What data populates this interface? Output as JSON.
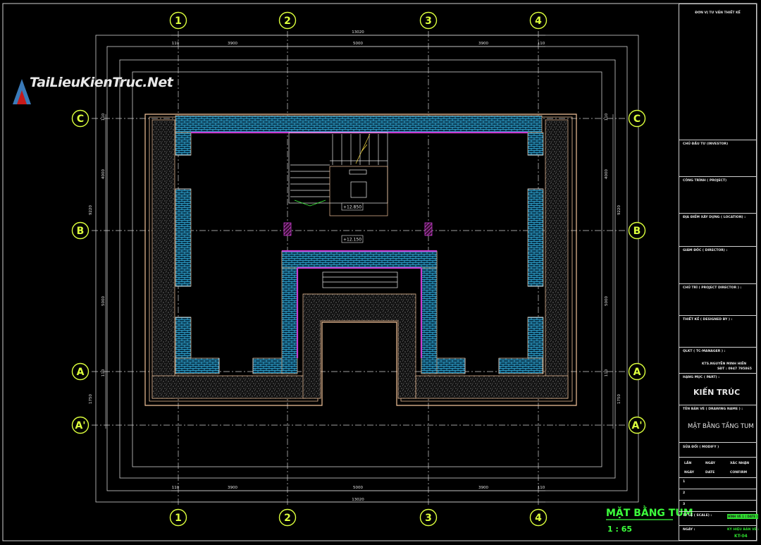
{
  "logo": {
    "text_main": "TaiLieuKienTruc",
    "text_ext": ".Net"
  },
  "grid": {
    "columns": [
      "1",
      "2",
      "3",
      "4"
    ],
    "rows": [
      "C",
      "B",
      "A",
      "A'"
    ]
  },
  "dimensions": {
    "top_overall": "13020",
    "top_segments": [
      "110",
      "3900",
      "5000",
      "3900",
      "110"
    ],
    "bottom_overall": "13020",
    "bottom_segments": [
      "110",
      "3900",
      "5000",
      "3900",
      "110"
    ],
    "side_overall": "9220",
    "side_segments": [
      "110",
      "4000",
      "5000",
      "110"
    ],
    "side_extra": "1750"
  },
  "elevations": [
    "+12.850",
    "+12.150"
  ],
  "drawing_title": "MẶT BẰNG TUM",
  "drawing_scale": "1 : 65",
  "title_block": {
    "company": "ĐƠN VỊ TƯ VẤN THIẾT KẾ",
    "investor": "CHỦ ĐẦU TƯ (INVESTOR)",
    "project": "CÔNG TRÌNH ( PROJECT)",
    "location": "ĐỊA ĐIỂM XÂY DỰNG ( LOCATION) :",
    "director": "GIÁM ĐỐC ( DIRECTOR) :",
    "project_director": "CHỦ TRÌ ( PROJECT DIRECTOR ) :",
    "designer": "THIẾT KẾ ( DESIGNED BY ) :",
    "manager": "QLKT ( TC-MANAGER ) :",
    "manager_name": "KTS.NGUYỄN MINH HIẾN",
    "manager_phone": "SĐT : 0947 795865",
    "part_label": "HẠNG MỤC ( PART) :",
    "part_value": "KIẾN TRÚC",
    "drawing_name_label": "TÊN BẢN VẼ ( DRAWING NAME ) :",
    "drawing_name_value": "MẶT BẰNG TẦNG TUM",
    "revision": "SỬA ĐỔI ( MODIFY )",
    "rev_col1": "LẦN",
    "rev_col1b": "NGÀY",
    "rev_col2": "NGÀY",
    "rev_col2b": "DATE",
    "rev_col3": "XÁC NHẬN",
    "rev_col3b": "CONFIRM",
    "rev_rows": [
      "1",
      "2",
      "3"
    ],
    "scale_label": "TỶ LỆ ( SCALE) :",
    "scale_box": "HÌNH VẼ 1 ( DATE )",
    "date_label": "NGÀY :",
    "sheet_label": "KÝ HIỆU BẢN VẼ :",
    "sheet_no": "KT-04"
  },
  "colors": {
    "grid_circle": "#dcff3c",
    "wall_cyan": "#2aa8d6",
    "wall_magenta": "#c83cd0",
    "outline": "#f2c39a",
    "dim_line": "#e0e0e0",
    "title_green": "#3cff3c",
    "gravel": "#bdbdbd"
  }
}
